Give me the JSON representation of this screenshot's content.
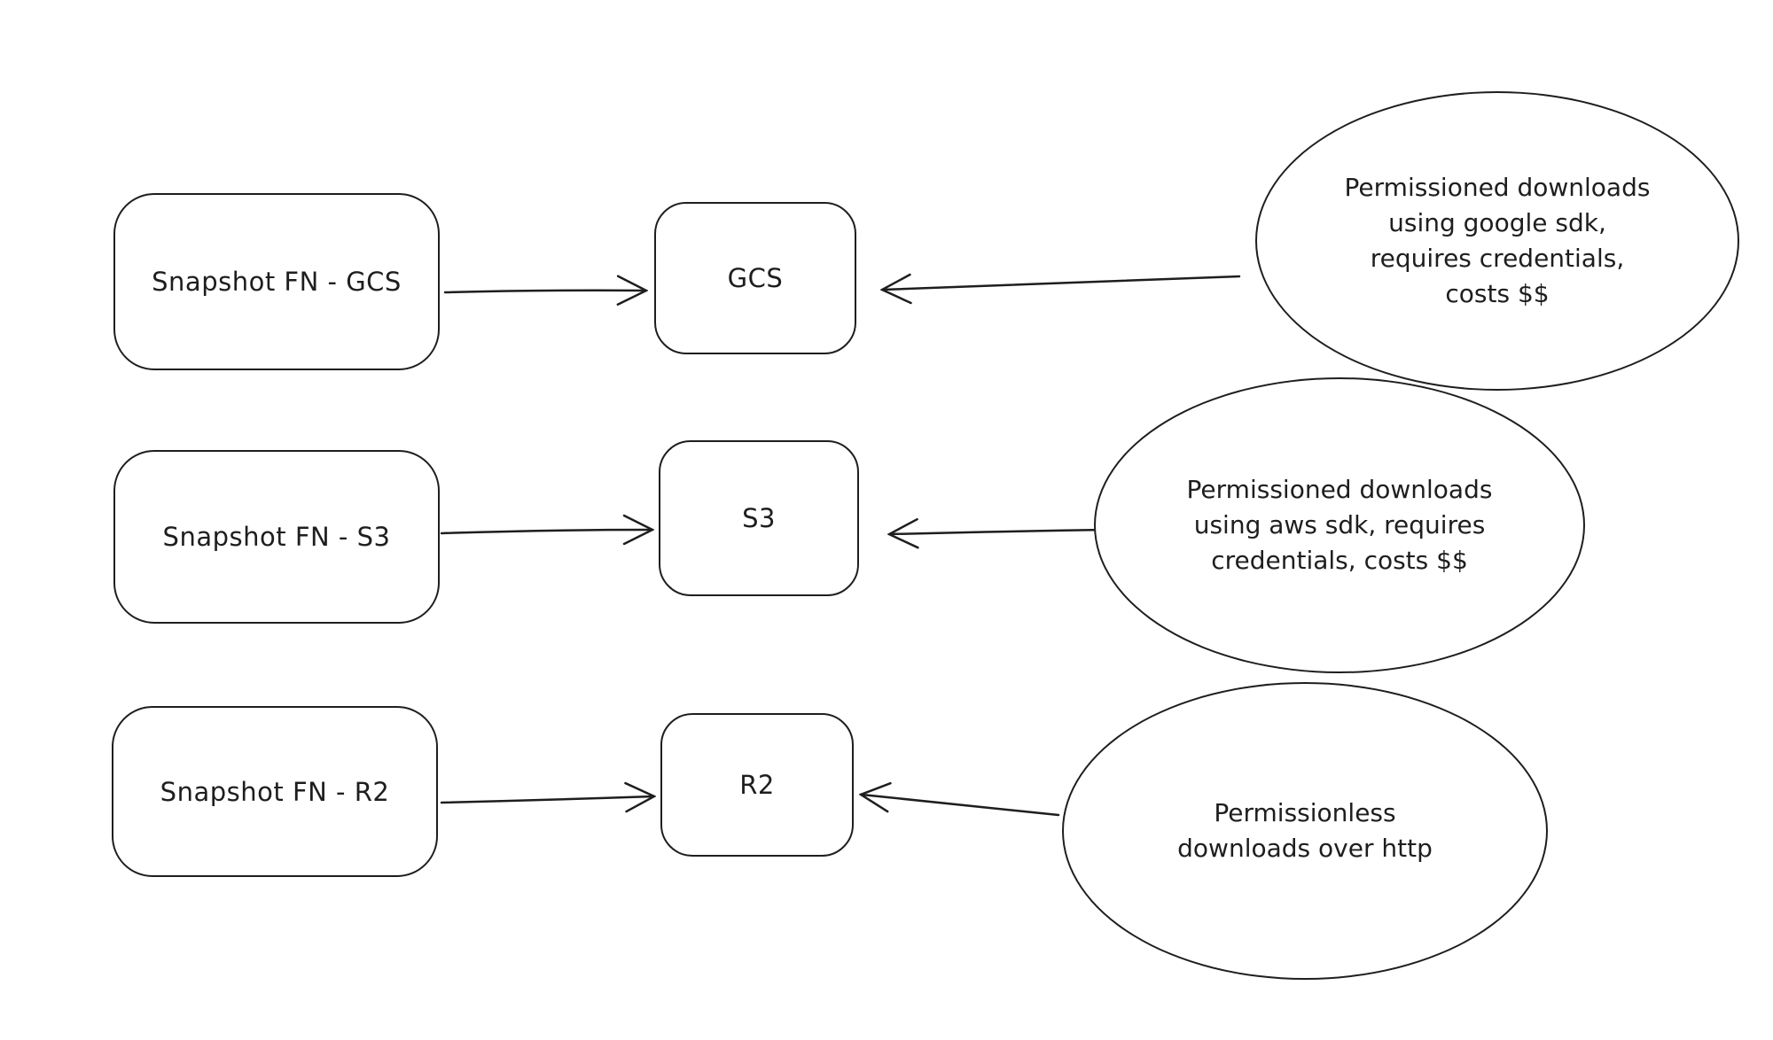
{
  "diagram": {
    "background_color": "#ffffff",
    "stroke_color": "#1e1e1e",
    "style": "hand-drawn",
    "rows": [
      {
        "source_label": "Snapshot FN - GCS",
        "target_label": "GCS",
        "note": "Permissioned downloads\nusing google sdk,\nrequires credentials,\ncosts $$"
      },
      {
        "source_label": "Snapshot FN - S3",
        "target_label": "S3",
        "note": "Permissioned downloads\nusing aws sdk, requires\ncredentials, costs $$"
      },
      {
        "source_label": "Snapshot FN - R2",
        "target_label": "R2",
        "note": "Permissionless\ndownloads over http"
      }
    ]
  }
}
